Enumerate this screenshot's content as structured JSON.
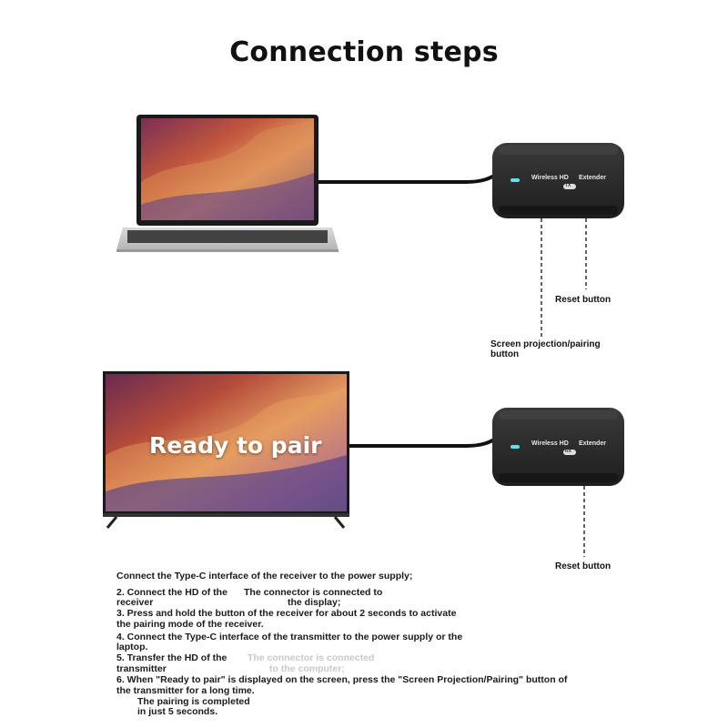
{
  "title": "Connection steps",
  "device_labels": {
    "brand_left": "Wireless HD",
    "brand_right": "Extender",
    "tx_tag": "TX",
    "rx_tag": "RX"
  },
  "top_section": {
    "callout_reset": "Reset button",
    "callout_pairing_line1": "Screen projection/pairing",
    "callout_pairing_line2": "button"
  },
  "bottom_section": {
    "tv_message": "Ready to pair",
    "callout_reset": "Reset button"
  },
  "instructions": {
    "step1": "Connect the Type-C interface of the receiver to the power supply;",
    "step2_a": "2. Connect the HD of the",
    "step2_b": "receiver",
    "step2_c": "The connector is connected to",
    "step2_d": "the display;",
    "step3_a": "3. Press and hold the button of the receiver for about 2 seconds to activate",
    "step3_b": "the pairing mode of the receiver.",
    "step4_a": "4. Connect the Type-C interface of the transmitter to the power supply or the",
    "step4_b": "laptop.",
    "step5_a": "5. Transfer the HD of the",
    "step5_b": "transmitter",
    "step5_c": "The connector is connected",
    "step5_d": "to the computer;",
    "step6_a": "6. When \"Ready to pair\" is displayed on the screen, press the \"Screen Projection/Pairing\" button of",
    "step6_b": "the transmitter for a long time.",
    "step6_c": "The pairing is completed",
    "step6_d": "in just 5 seconds."
  },
  "colors": {
    "device_body": "#2b2b2b",
    "led": "#5fe3e8",
    "cable": "#111111"
  }
}
